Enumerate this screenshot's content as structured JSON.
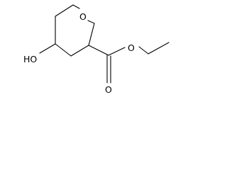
{
  "molecule": {
    "atoms": {
      "ring_oxygen": "O",
      "hydroxyl": "HO",
      "ester_single_oxygen": "O",
      "carbonyl_oxygen": "O"
    },
    "colors": {
      "bond": "#000000",
      "label": "#000000",
      "background": "#ffffff"
    }
  }
}
